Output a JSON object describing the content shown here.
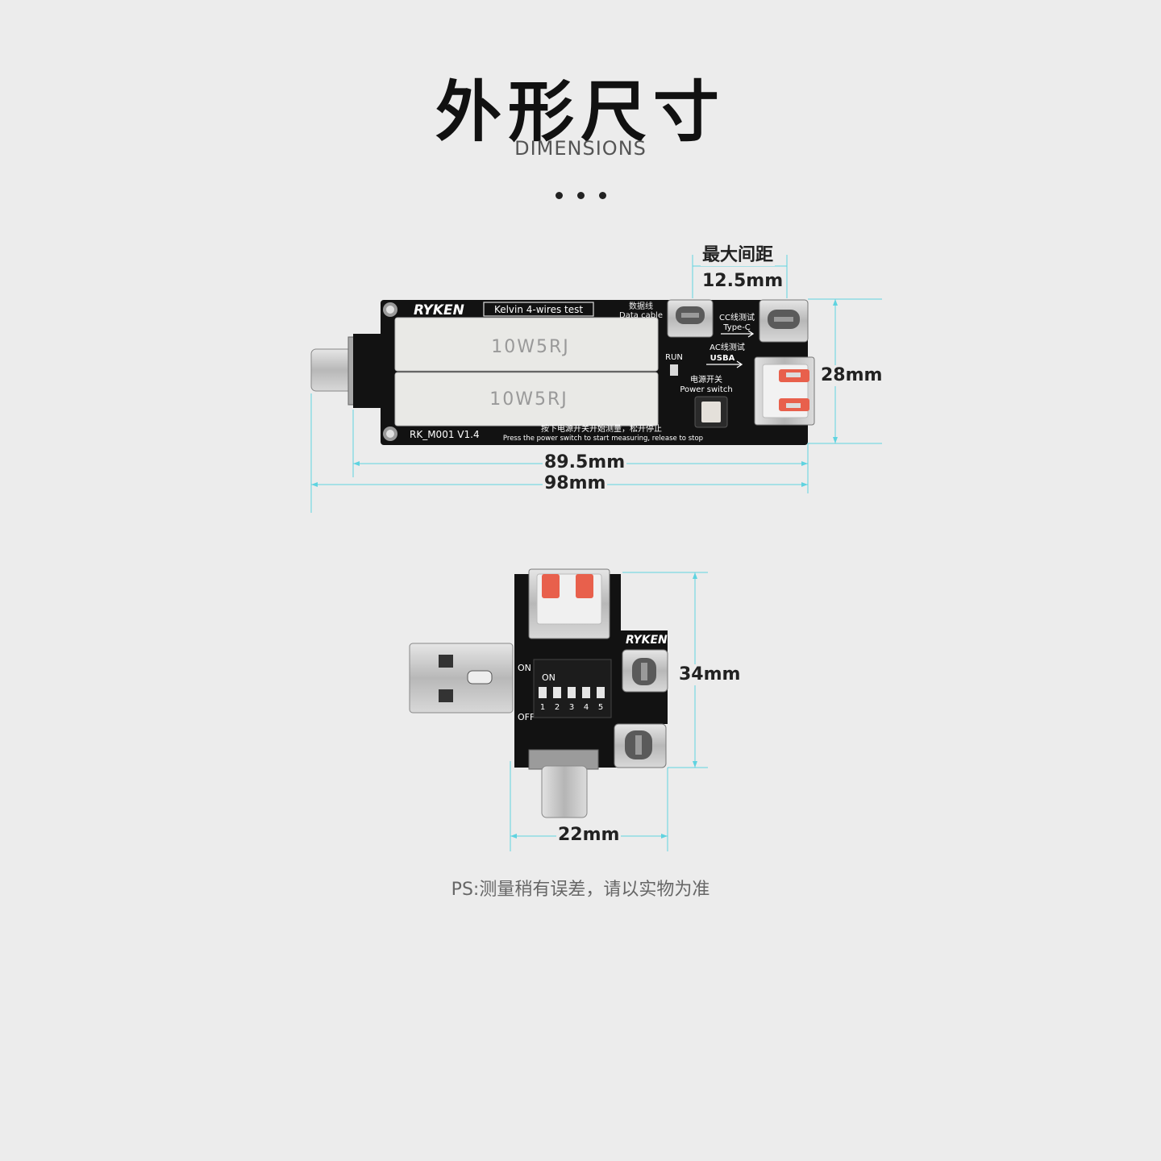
{
  "header": {
    "title": "外形尺寸",
    "subtitle": "DIMENSIONS"
  },
  "board1": {
    "brand": "RYKEN",
    "kelvin_label": "Kelvin 4-wires test",
    "resistor_1": "10W5RJ",
    "resistor_2": "10W5RJ",
    "model_label": "RK_M001  V1.4",
    "data_cable_cn": "数据线",
    "data_cable_en": "Data cable",
    "cc_test_cn": "CC线测试",
    "cc_test_en": "Type-C",
    "ac_test_cn": "AC线测试",
    "ac_test_en": "USBA",
    "run_label": "RUN",
    "power_cn": "电源开关",
    "power_en": "Power switch",
    "instruction_cn": "按下电源开关开始测量，松开停止",
    "instruction_en": "Press the power switch to start measuring, release to stop",
    "dim_max_gap_label": "最大间距",
    "dim_max_gap": "12.5mm",
    "dim_height": "28mm",
    "dim_board_length": "89.5mm",
    "dim_total_length": "98mm"
  },
  "board2": {
    "brand": "RYKEN",
    "on_label": "ON",
    "off_label": "OFF",
    "switch_on_label": "ON",
    "switch_numbers": [
      "1",
      "2",
      "3",
      "4",
      "5"
    ],
    "dim_height": "34mm",
    "dim_width": "22mm"
  },
  "footer": {
    "note": "PS:测量稍有误差，请以实物为准"
  },
  "colors": {
    "background": "#ececec",
    "pcb": "#111111",
    "dimension_line": "#5fd3e0",
    "connector_metal": "#c8c8c8",
    "usb_contact": "#e8604c"
  }
}
